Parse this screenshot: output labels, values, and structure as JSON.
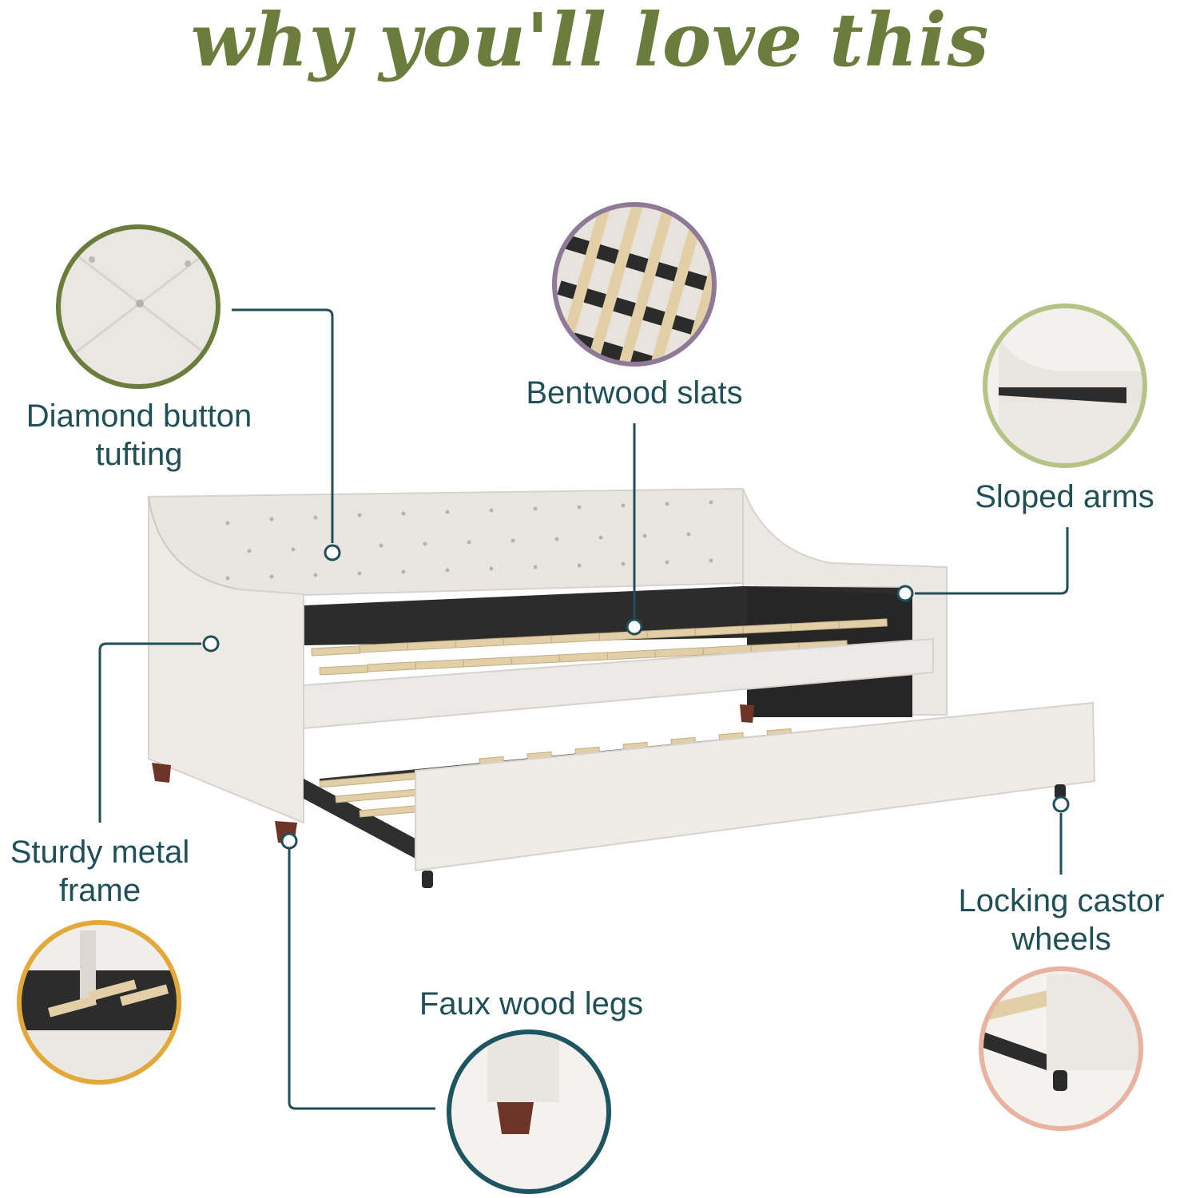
{
  "heading": "why you'll love this",
  "features": {
    "tufting": "Diamond button\ntufting",
    "slats": "Bentwood slats",
    "arms": "Sloped arms",
    "frame": "Sturdy metal\nframe",
    "legs": "Faux wood legs",
    "castors": "Locking castor\nwheels"
  },
  "colors": {
    "heading": "#6b7d3c",
    "label": "#1f4f57",
    "leader_line": "#1f4f57",
    "ring_tufting": "#6b7d3c",
    "ring_slats": "#8e7a96",
    "ring_arms": "#b5c486",
    "ring_frame": "#e2a93a",
    "ring_legs": "#1f5560",
    "ring_castors": "#e8b3a0",
    "upholstery": "#ece9e5",
    "slat_wood": "#e2cfa8",
    "dark_panel": "#2c2c2c",
    "leg_wood": "#6e3527"
  }
}
